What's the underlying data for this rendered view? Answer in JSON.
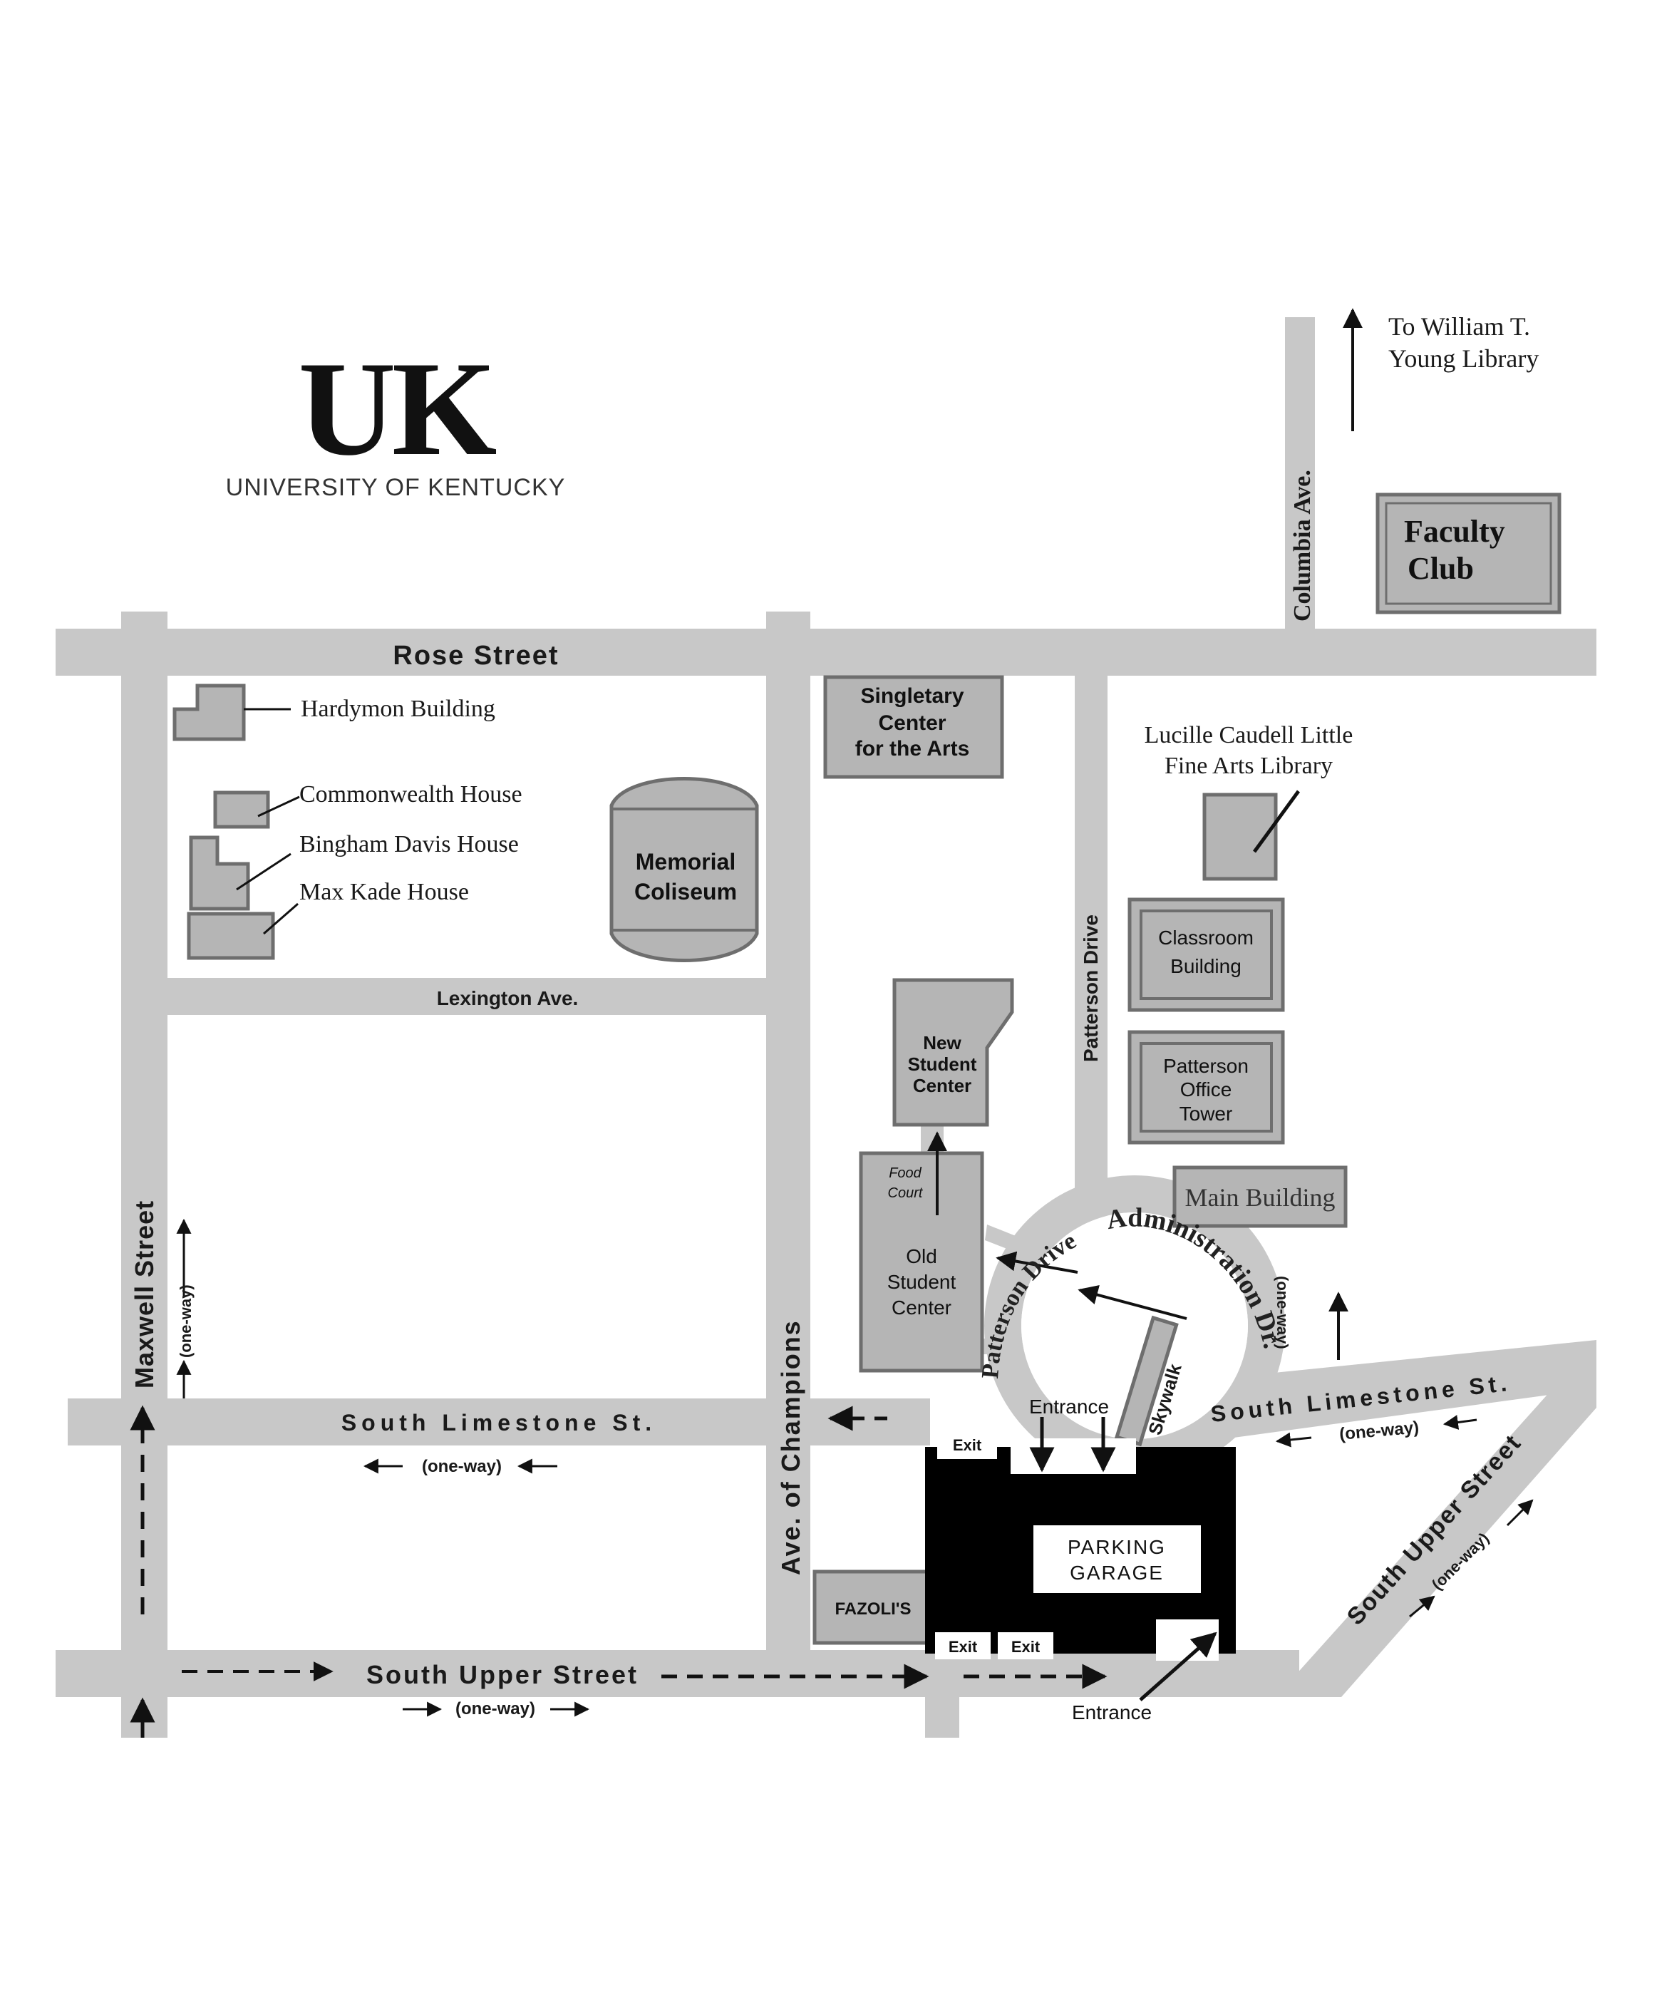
{
  "logo": {
    "mark": "UK",
    "name": "UNIVERSITY OF KENTUCKY"
  },
  "streets": {
    "rose": "Rose Street",
    "columbia": "Columbia Ave.",
    "maxwell": "Maxwell Street",
    "lexington": "Lexington Ave.",
    "champions": "Ave. of Champions",
    "patterson": "Patterson Drive",
    "patterson_curve": "Patterson Drive",
    "administration": "Administration Dr.",
    "limestone_left": "South Limestone St.",
    "limestone_right": "South Limestone St.",
    "upper_bottom": "South Upper Street",
    "upper_diag": "South Upper Street",
    "skywalk": "Skywalk"
  },
  "one_way": {
    "label": "(one-way)"
  },
  "directions": {
    "library": [
      "To William T.",
      "Young Library"
    ]
  },
  "buildings": {
    "faculty_club": [
      "Faculty",
      "Club"
    ],
    "hardymon": "Hardymon Building",
    "commonwealth": "Commonwealth House",
    "bingham": "Bingham Davis House",
    "max_kade": "Max Kade House",
    "memorial": [
      "Memorial",
      "Coliseum"
    ],
    "singletary": [
      "Singletary",
      "Center",
      "for the Arts"
    ],
    "lucille": [
      "Lucille Caudell Little",
      "Fine Arts Library"
    ],
    "classroom": [
      "Classroom",
      "Building"
    ],
    "patterson_tower": [
      "Patterson",
      "Office",
      "Tower"
    ],
    "main": "Main Building",
    "new_student": [
      "New",
      "Student",
      "Center"
    ],
    "food_court": [
      "Food",
      "Court"
    ],
    "old_student": [
      "Old",
      "Student",
      "Center"
    ],
    "fazolis": "FAZOLI'S",
    "garage": [
      "PARKING",
      "GARAGE"
    ]
  },
  "garage_labels": {
    "entrance": "Entrance",
    "exit": "Exit"
  },
  "colors": {
    "road": "#c8c8c8",
    "building": "#b5b5b5",
    "outline": "#6e6e6e",
    "garage": "#000000"
  }
}
